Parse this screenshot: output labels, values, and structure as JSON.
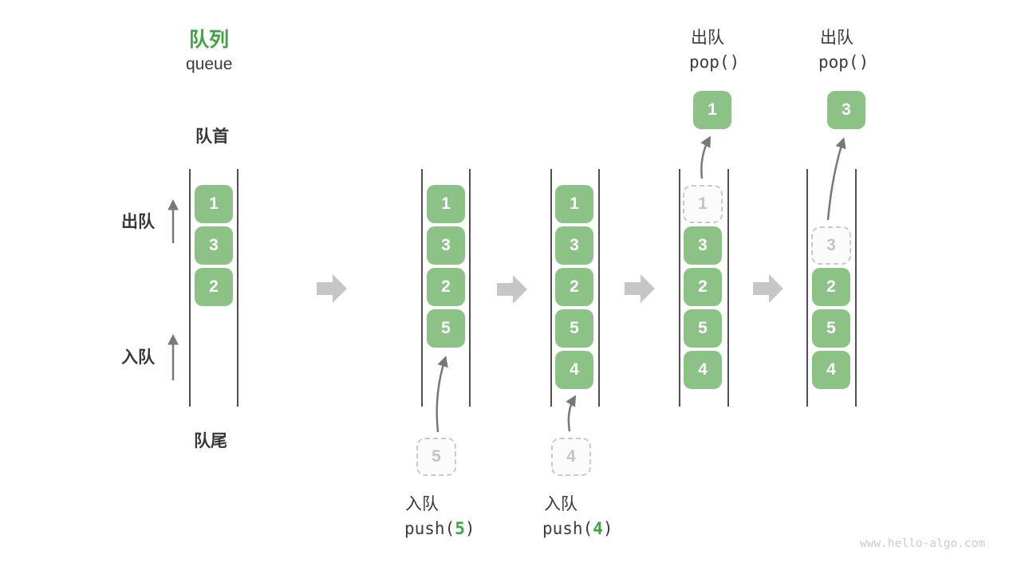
{
  "title": {
    "zh": "队列",
    "en": "queue"
  },
  "side_labels": {
    "front": "队首",
    "rear": "队尾",
    "dequeue": "出队",
    "enqueue": "入队"
  },
  "ops": {
    "push5": {
      "label": "入队",
      "fn_open": "push(",
      "arg": "5",
      "fn_close": ")"
    },
    "push4": {
      "label": "入队",
      "fn_open": "push(",
      "arg": "4",
      "fn_close": ")"
    },
    "pop1": {
      "label": "出队",
      "code": "pop()"
    },
    "pop2": {
      "label": "出队",
      "code": "pop()"
    }
  },
  "stages": {
    "s1": {
      "boxes": [
        "1",
        "3",
        "2"
      ]
    },
    "s2": {
      "boxes": [
        "1",
        "3",
        "2",
        "5"
      ],
      "staged": "5"
    },
    "s3": {
      "boxes": [
        "1",
        "3",
        "2",
        "5",
        "4"
      ],
      "staged": "4"
    },
    "s4": {
      "dashed": "1",
      "boxes": [
        "3",
        "2",
        "5",
        "4"
      ],
      "popped": "1"
    },
    "s5": {
      "dashed": "3",
      "boxes": [
        "2",
        "5",
        "4"
      ],
      "popped": "3"
    }
  },
  "watermark": "www.hello-algo.com",
  "colors": {
    "box_green": "#8DC287",
    "accent_green": "#3FA344",
    "text_dark": "#3B3B3B",
    "block_arrow_gray": "#C6C6C6",
    "thin_arrow_gray": "#787878",
    "column_line": "#4F4F4F",
    "dashed_border": "#C9C9C9"
  }
}
